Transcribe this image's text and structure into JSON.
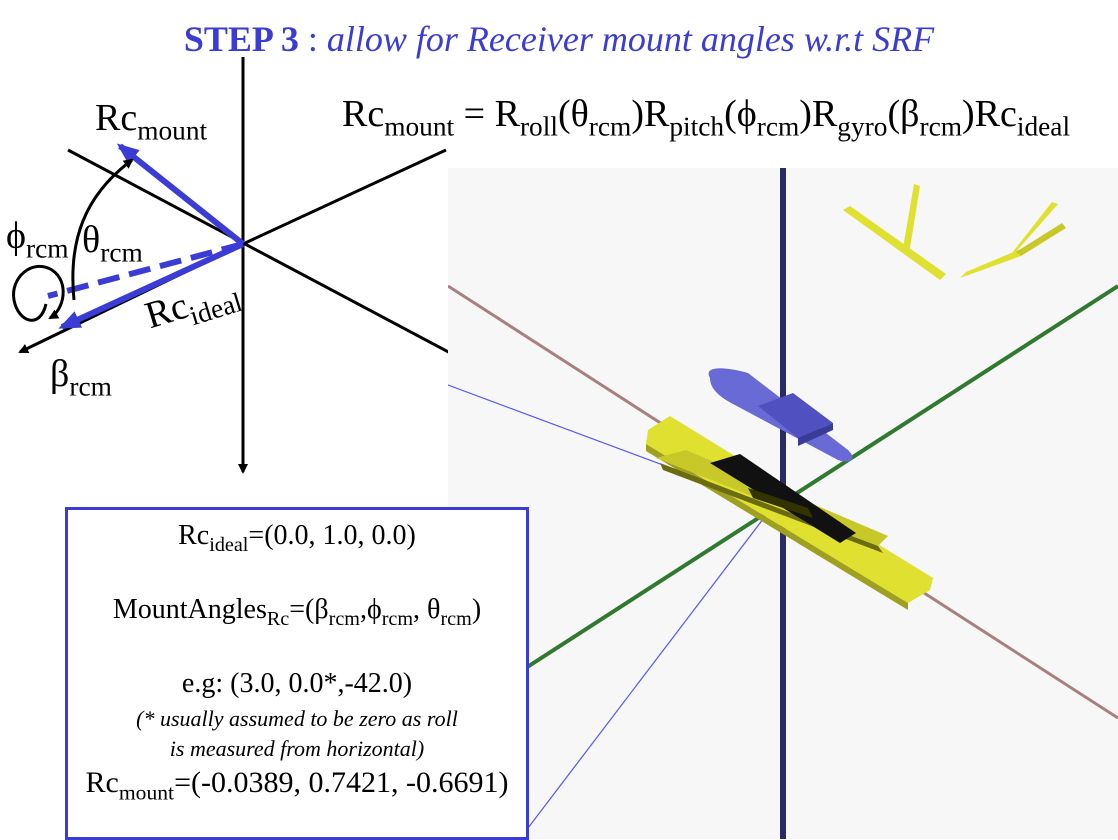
{
  "title": {
    "step": "STEP 3",
    "sep": " : ",
    "text": "allow for Receiver mount angles w.r.t SRF"
  },
  "formula": {
    "lhs": "Rc",
    "lhs_sub": "mount",
    "eq": " = ",
    "r1": "R",
    "r1_sub": "roll",
    "a1": "(θ",
    "a1_sub": "rcm",
    "c1": ")",
    "r2": "R",
    "r2_sub": "pitch",
    "a2": "(ϕ",
    "a2_sub": "rcm",
    "c2": ")",
    "r3": "R",
    "r3_sub": "gyro",
    "a3": "(β",
    "a3_sub": "rcm",
    "c3": ")",
    "end": "Rc",
    "end_sub": "ideal"
  },
  "labels": {
    "rc_mount": "Rc",
    "rc_mount_sub": "mount",
    "phi": "ϕ",
    "phi_sub": "rcm",
    "theta": "θ",
    "theta_sub": "rcm",
    "beta": "β",
    "beta_sub": "rcm",
    "rc_ideal": "Rc",
    "rc_ideal_sub": "ideal"
  },
  "info": {
    "ideal_pre": "Rc",
    "ideal_sub": "ideal",
    "ideal_val": "=(0.0, 1.0, 0.0)",
    "angles_pre": "MountAngles",
    "angles_sub": "Rc",
    "angles_p1": "=(β",
    "angles_s1": "rcm",
    "angles_p2": ",ϕ",
    "angles_s2": "rcm",
    "angles_p3": ", θ",
    "angles_s3": "rcm",
    "angles_end": ")",
    "example": "e.g:  (3.0, 0.0*,-42.0)",
    "note_line1": "(* usually assumed to be zero as roll",
    "note_line2": "is measured from horizontal)",
    "mount_pre": "Rc",
    "mount_sub": "mount",
    "mount_val": "=(-0.0389, 0.7421, -0.6691)"
  },
  "colors": {
    "accent_blue": "#3b3bd6",
    "vector_blue": "#3b3bd6",
    "scene_bg": "#f7f7f7",
    "vertical_axis": "#2a2a66",
    "green_axis": "#2f7a2f",
    "brown_axis": "#a88080",
    "ship": "#6a6ad6",
    "receiver": "#e0e030"
  }
}
